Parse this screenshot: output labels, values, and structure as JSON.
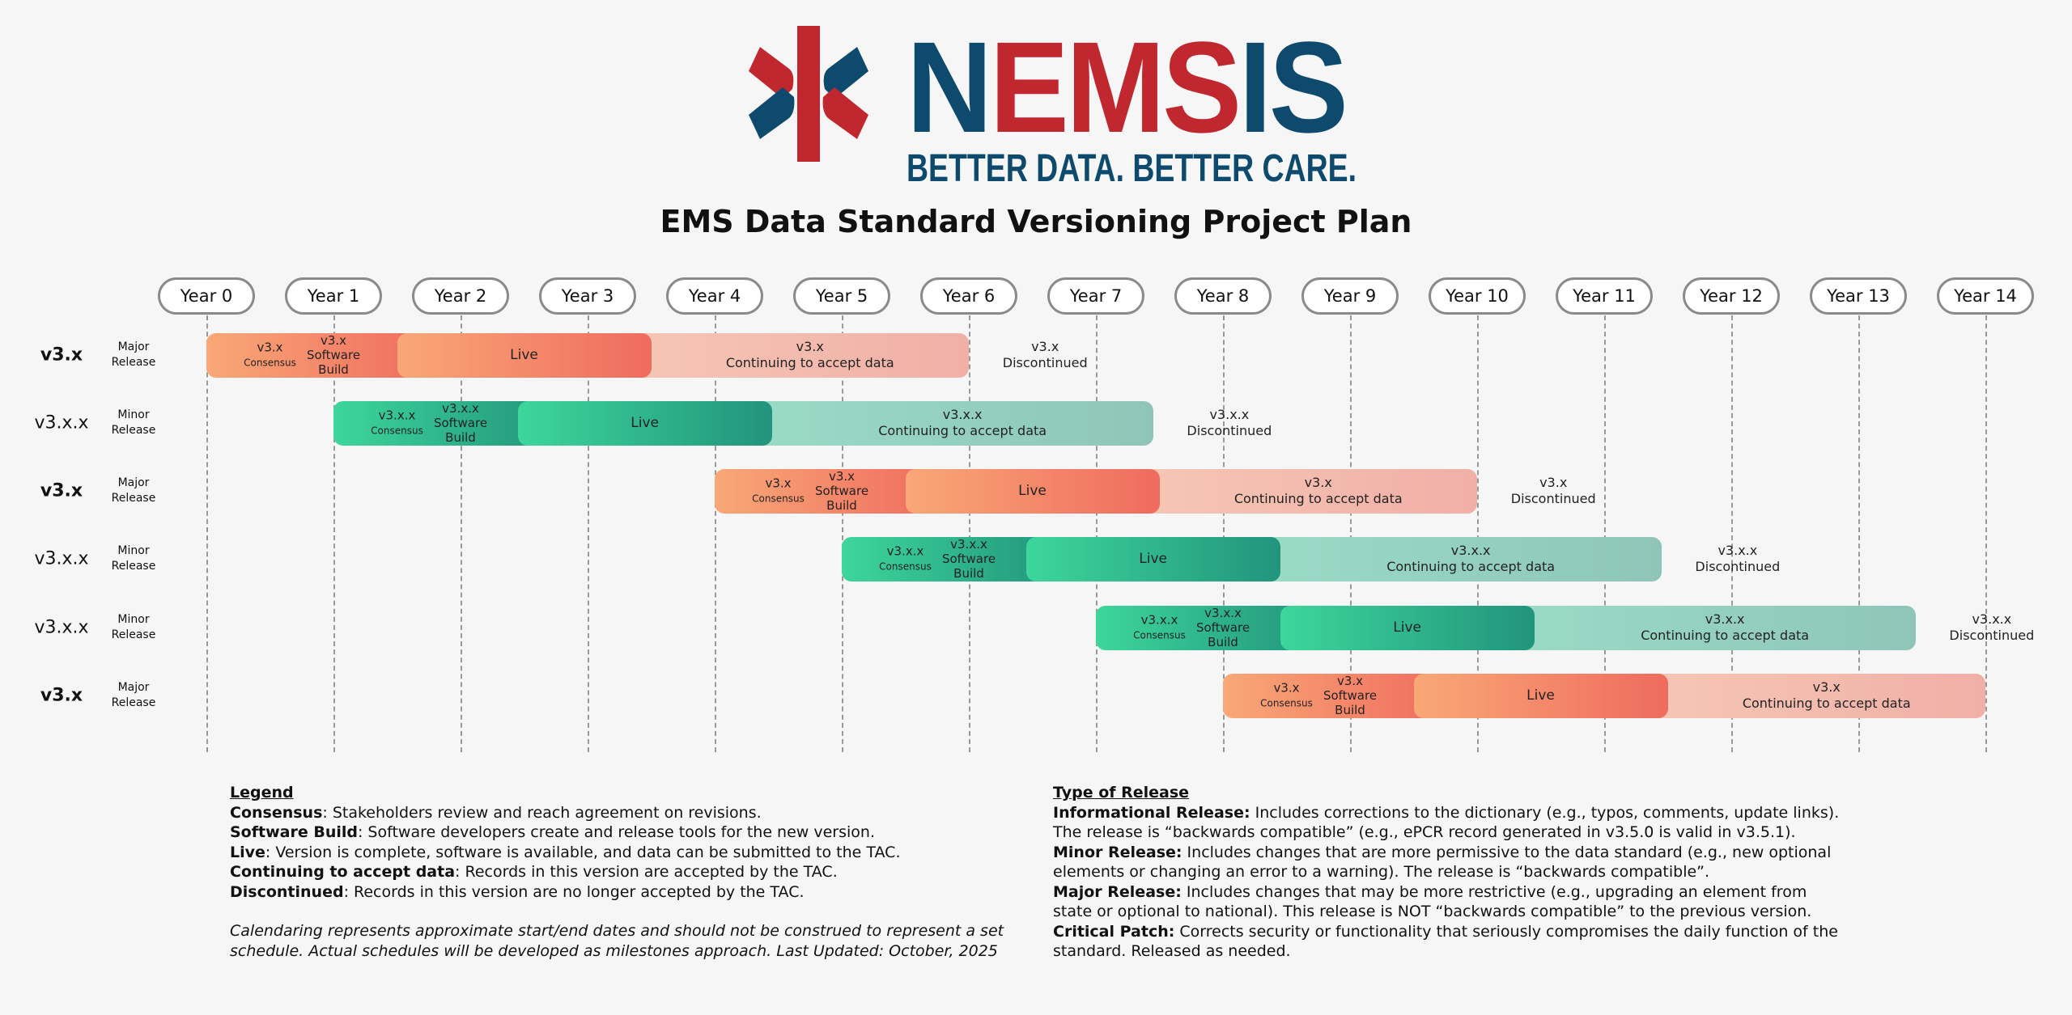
{
  "logo": {
    "word": "NEMSIS",
    "tagline": "BETTER DATA. BETTER CARE."
  },
  "title": "EMS Data Standard Versioning Project Plan",
  "years": [
    "Year 0",
    "Year 1",
    "Year 2",
    "Year 3",
    "Year 4",
    "Year 5",
    "Year 6",
    "Year 7",
    "Year 8",
    "Year 9",
    "Year 10",
    "Year 11",
    "Year 12",
    "Year 13",
    "Year 14"
  ],
  "colors": {
    "major": [
      "#f9a877",
      "#ef6b5e"
    ],
    "major_cont": [
      "#f6c8b5",
      "#f1afa7"
    ],
    "minor": [
      "#3dd69c",
      "#22947c"
    ],
    "minor_cont": [
      "#9adcc6",
      "#8fc5b8"
    ]
  },
  "rows": [
    {
      "version": "v3.x",
      "type": "Major Release",
      "kind": "major",
      "start": 0,
      "live_start": 1.5,
      "live_end": 3.5,
      "end": 6,
      "consensus": "v3.x",
      "consensus_label": "Consensus",
      "build": "v3.x",
      "build_label": "Software Build",
      "live": "Live",
      "cont": "v3.x",
      "cont_label": "Continuing to accept data",
      "disc": "v3.x",
      "disc_label": "Discontinued"
    },
    {
      "version": "v3.x.x",
      "type": "Minor Release",
      "kind": "minor",
      "start": 1,
      "live_start": 2.45,
      "live_end": 4.45,
      "end": 7.45,
      "consensus": "v3.x.x",
      "consensus_label": "Consensus",
      "build": "v3.x.x",
      "build_label": "Software Build",
      "live": "Live",
      "cont": "v3.x.x",
      "cont_label": "Continuing to accept data",
      "disc": "v3.x.x",
      "disc_label": "Discontinued"
    },
    {
      "version": "v3.x",
      "type": "Major Release",
      "kind": "major",
      "start": 4,
      "live_start": 5.5,
      "live_end": 7.5,
      "end": 10,
      "consensus": "v3.x",
      "consensus_label": "Consensus",
      "build": "v3.x",
      "build_label": "Software Build",
      "live": "Live",
      "cont": "v3.x",
      "cont_label": "Continuing to accept data",
      "disc": "v3.x",
      "disc_label": "Discontinued"
    },
    {
      "version": "v3.x.x",
      "type": "Minor Release",
      "kind": "minor",
      "start": 5,
      "live_start": 6.45,
      "live_end": 8.45,
      "end": 11.45,
      "consensus": "v3.x.x",
      "consensus_label": "Consensus",
      "build": "v3.x.x",
      "build_label": "Software Build",
      "live": "Live",
      "cont": "v3.x.x",
      "cont_label": "Continuing to accept data",
      "disc": "v3.x.x",
      "disc_label": "Discontinued"
    },
    {
      "version": "v3.x.x",
      "type": "Minor Release",
      "kind": "minor",
      "start": 7,
      "live_start": 8.45,
      "live_end": 10.45,
      "end": 13.45,
      "consensus": "v3.x.x",
      "consensus_label": "Consensus",
      "build": "v3.x.x",
      "build_label": "Software Build",
      "live": "Live",
      "cont": "v3.x.x",
      "cont_label": "Continuing to accept data",
      "disc": "v3.x.x",
      "disc_label": "Discontinued"
    },
    {
      "version": "v3.x",
      "type": "Major Release",
      "kind": "major",
      "start": 8,
      "live_start": 9.5,
      "live_end": 11.5,
      "end": 14,
      "consensus": "v3.x",
      "consensus_label": "Consensus",
      "build": "v3.x",
      "build_label": "Software Build",
      "live": "Live",
      "cont": "v3.x",
      "cont_label": "Continuing to accept data"
    }
  ],
  "legend": {
    "heading": "Legend",
    "items": [
      {
        "term": "Consensus",
        "desc": ": Stakeholders review and reach agreement on revisions."
      },
      {
        "term": "Software Build",
        "desc": ": Software developers create and release tools for the new version."
      },
      {
        "term": "Live",
        "desc": ": Version is complete, software is available, and data can be submitted to the TAC."
      },
      {
        "term": "Continuing to accept data",
        "desc": ": Records in this version are accepted by the TAC."
      },
      {
        "term": "Discontinued",
        "desc": ": Records in this version are no longer accepted by the TAC."
      }
    ],
    "note": "Calendaring represents approximate start/end dates and should not be construed to represent a set schedule. Actual schedules will be developed as milestones approach. Last Updated: October, 2025"
  },
  "release_types": {
    "heading": "Type of Release",
    "items": [
      {
        "term": "Informational Release:",
        "desc": " Includes corrections to the dictionary (e.g., typos, comments, update links). The release is “backwards compatible” (e.g., ePCR record generated in v3.5.0 is valid in v3.5.1)."
      },
      {
        "term": "Minor Release:",
        "desc": " Includes changes that are more permissive to the data standard (e.g., new optional elements or changing an error to a warning). The release is “backwards compatible”."
      },
      {
        "term": "Major Release:",
        "desc": " Includes changes that may be more restrictive (e.g., upgrading an element from state or optional to national). This release is NOT “backwards compatible” to the previous version."
      },
      {
        "term": "Critical Patch:",
        "desc": " Corrects security or functionality that seriously compromises the daily function of the standard. Released as needed."
      }
    ]
  }
}
